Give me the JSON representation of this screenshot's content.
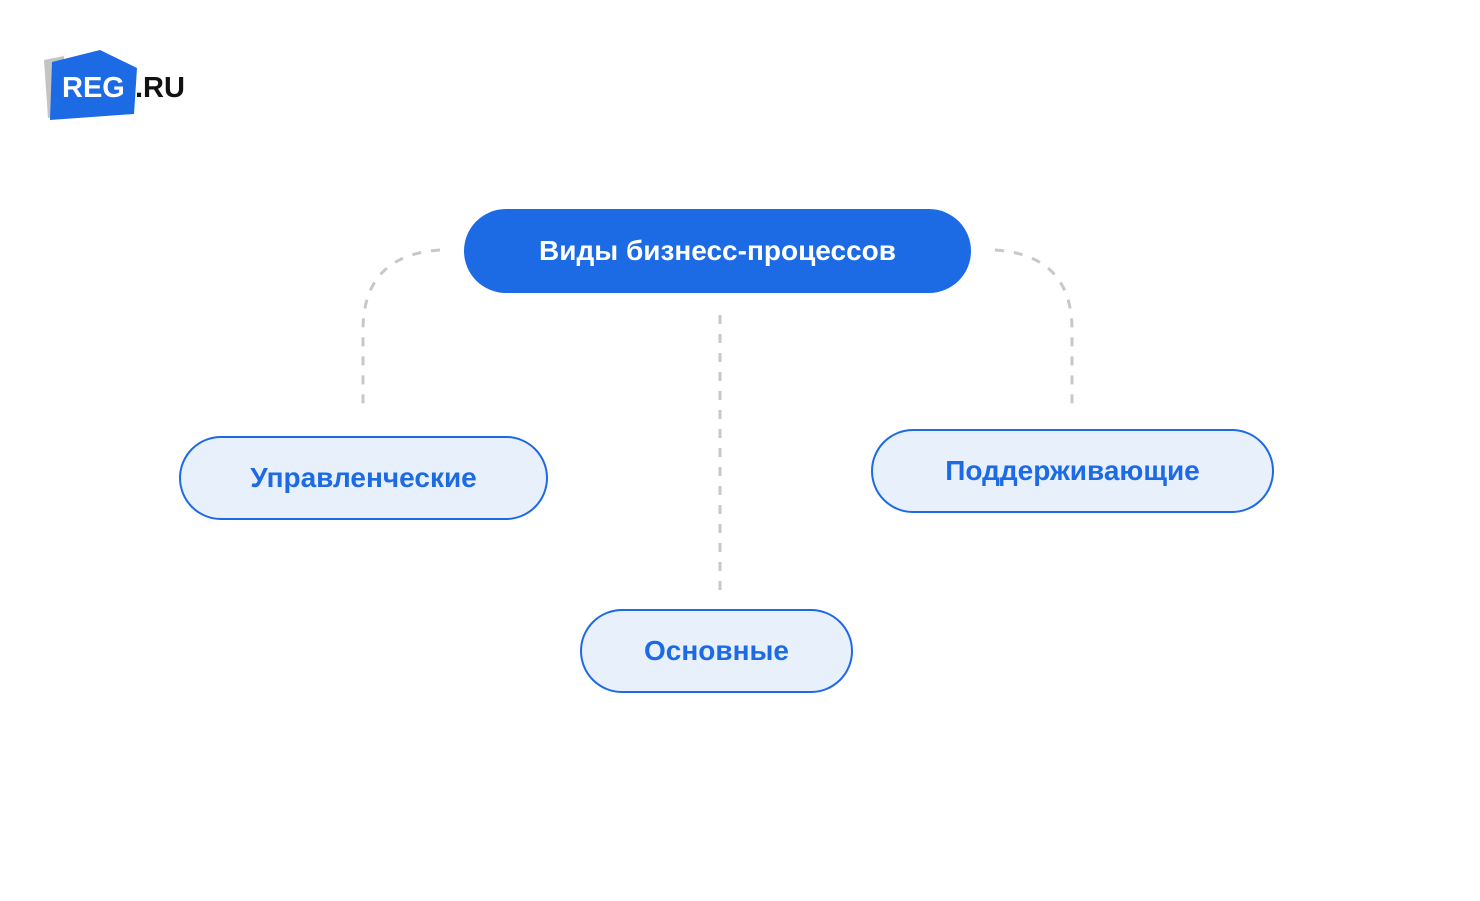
{
  "logo": {
    "text_main": "REG",
    "text_suffix": ".RU"
  },
  "diagram": {
    "root": "Виды бизнесс-процессов",
    "children": [
      "Управленческие",
      "Поддерживающие",
      "Основные"
    ]
  },
  "colors": {
    "accent": "#1d6ae5",
    "child_fill": "#e8f0fc",
    "connector": "#c8c8c8"
  }
}
